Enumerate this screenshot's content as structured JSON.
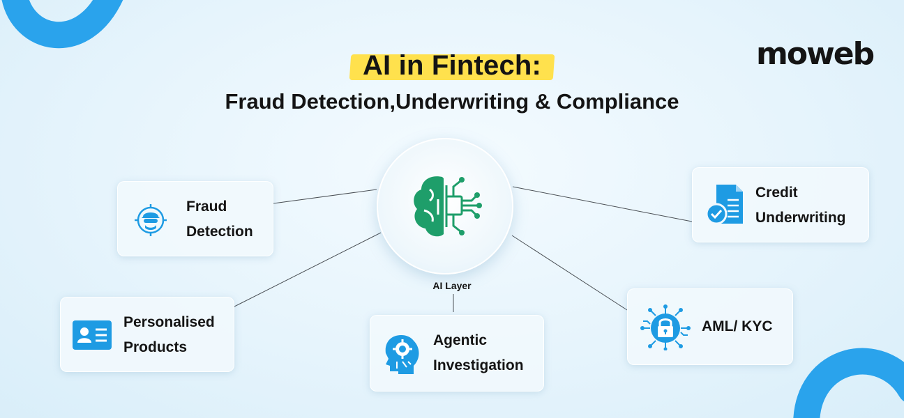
{
  "title": "AI in Fintech:",
  "subtitle": "Fraud Detection,Underwriting & Compliance",
  "logo": "moweb",
  "hub": {
    "label": "AI Layer",
    "icon": "brain-circuit-icon"
  },
  "nodes": [
    {
      "label_line1": "Fraud",
      "label_line2": "Detection",
      "icon": "hacker-target-icon"
    },
    {
      "label_line1": "Credit",
      "label_line2": "Underwriting",
      "icon": "document-check-icon"
    },
    {
      "label_line1": "Personalised",
      "label_line2": "Products",
      "icon": "id-card-icon"
    },
    {
      "label_line1": "Agentic",
      "label_line2": "Investigation",
      "icon": "head-gear-icon"
    },
    {
      "label_line1": "AML/ KYC",
      "label_line2": "",
      "icon": "circuit-lock-icon"
    }
  ],
  "colors": {
    "accent_blue": "#1e9be3",
    "brain_green": "#1e9e6a",
    "highlight_yellow": "#ffe14d",
    "text": "#141414"
  }
}
